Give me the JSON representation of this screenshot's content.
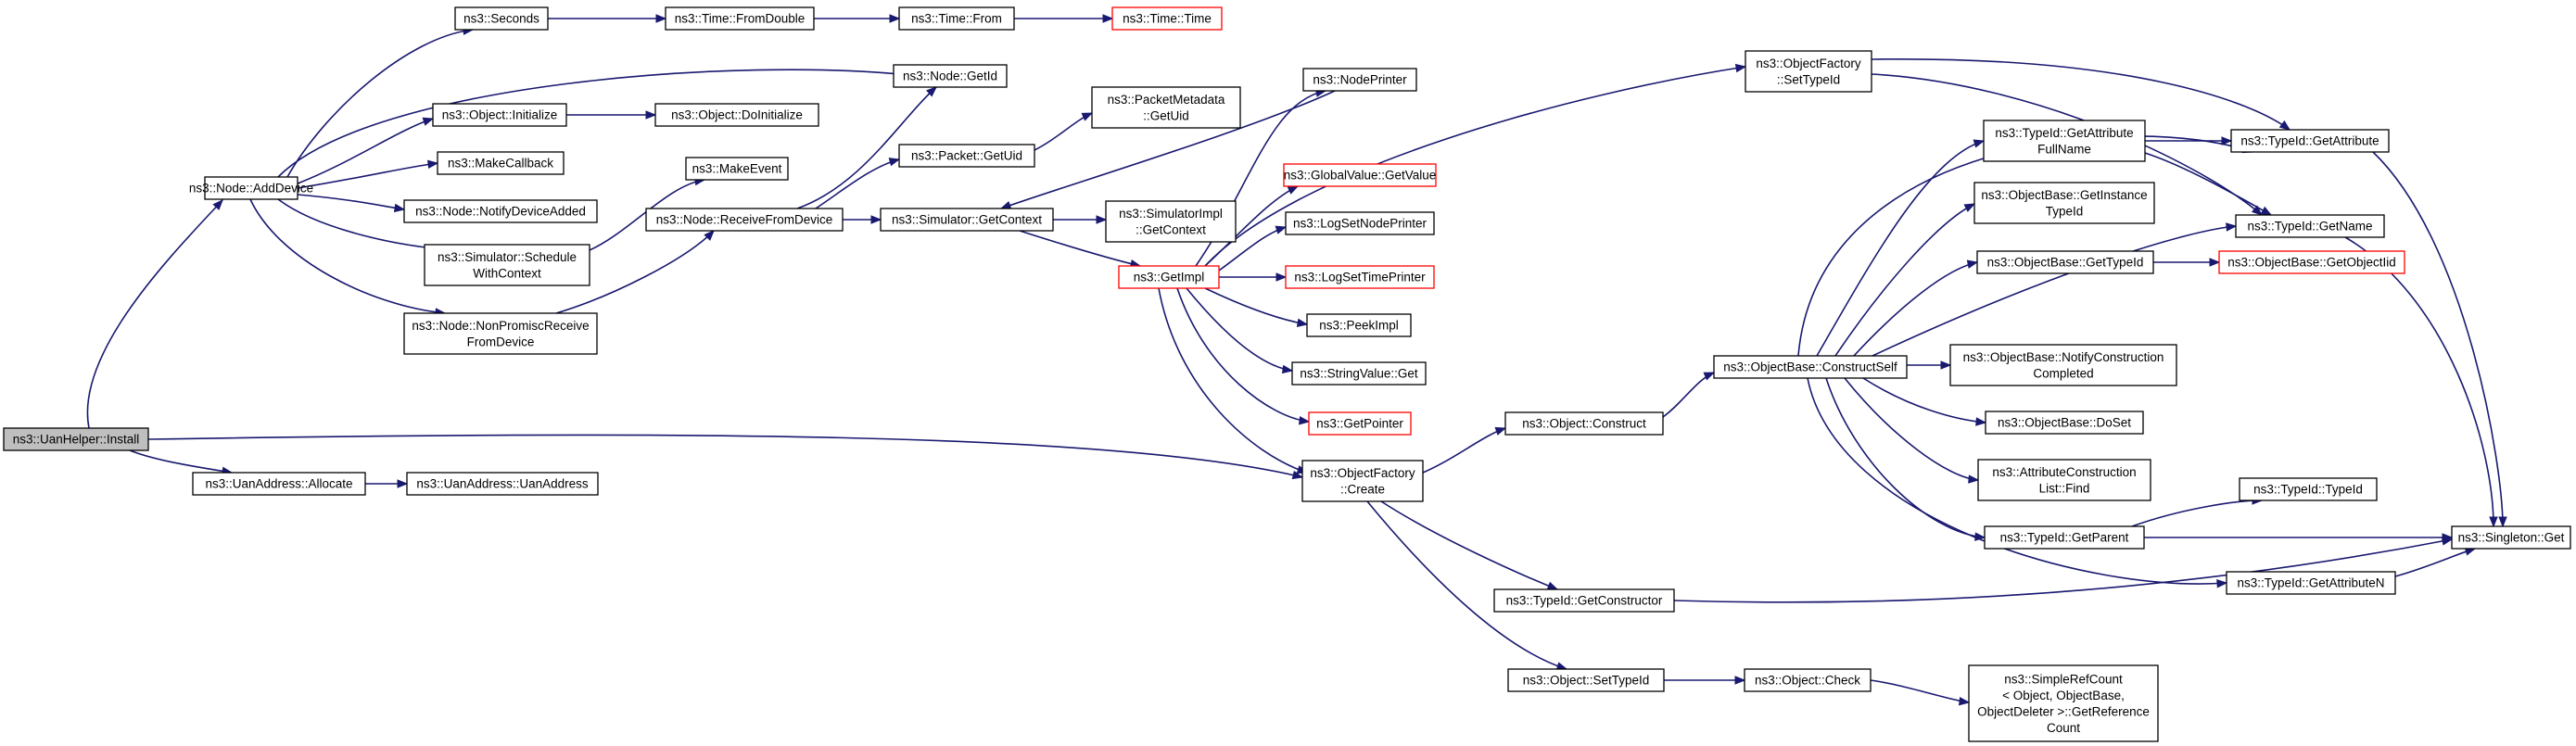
{
  "diagram": {
    "kind": "doxygen call graph",
    "colors": {
      "edge": "#191970",
      "node_border": "#000000",
      "truncated_node_border": "#ff0000",
      "root_fill": "#bfbfbf",
      "background": "#ffffff"
    },
    "nodes": [
      {
        "id": "install",
        "lines": [
          "ns3::UanHelper::Install"
        ],
        "style": "root"
      },
      {
        "id": "adddevice",
        "lines": [
          "ns3::Node::AddDevice"
        ]
      },
      {
        "id": "allocate",
        "lines": [
          "ns3::UanAddress::Allocate"
        ]
      },
      {
        "id": "uanaddress",
        "lines": [
          "ns3::UanAddress::UanAddress"
        ]
      },
      {
        "id": "seconds",
        "lines": [
          "ns3::Seconds"
        ]
      },
      {
        "id": "fromdouble",
        "lines": [
          "ns3::Time::FromDouble"
        ]
      },
      {
        "id": "from",
        "lines": [
          "ns3::Time::From"
        ]
      },
      {
        "id": "time",
        "lines": [
          "ns3::Time::Time"
        ],
        "style": "red"
      },
      {
        "id": "getid",
        "lines": [
          "ns3::Node::GetId"
        ]
      },
      {
        "id": "initialize",
        "lines": [
          "ns3::Object::Initialize"
        ]
      },
      {
        "id": "doinitialize",
        "lines": [
          "ns3::Object::DoInitialize"
        ]
      },
      {
        "id": "makecallback",
        "lines": [
          "ns3::MakeCallback"
        ]
      },
      {
        "id": "notifydeviceadded",
        "lines": [
          "ns3::Node::NotifyDeviceAdded"
        ]
      },
      {
        "id": "schedulewithcontext",
        "lines": [
          "ns3::Simulator::Schedule",
          "WithContext"
        ]
      },
      {
        "id": "makeevent",
        "lines": [
          "ns3::MakeEvent"
        ]
      },
      {
        "id": "nonpromisc",
        "lines": [
          "ns3::Node::NonPromiscReceive",
          "FromDevice"
        ]
      },
      {
        "id": "receivefromdevice",
        "lines": [
          "ns3::Node::ReceiveFromDevice"
        ]
      },
      {
        "id": "packetgetuid",
        "lines": [
          "ns3::Packet::GetUid"
        ]
      },
      {
        "id": "metadatagetuid",
        "lines": [
          "ns3::PacketMetadata",
          "::GetUid"
        ]
      },
      {
        "id": "simgetcontext",
        "lines": [
          "ns3::Simulator::GetContext"
        ]
      },
      {
        "id": "implgetcontext",
        "lines": [
          "ns3::SimulatorImpl",
          "::GetContext"
        ]
      },
      {
        "id": "nodeprinter",
        "lines": [
          "ns3::NodePrinter"
        ]
      },
      {
        "id": "getimpl",
        "lines": [
          "ns3::GetImpl"
        ],
        "style": "red"
      },
      {
        "id": "globalvalue",
        "lines": [
          "ns3::GlobalValue::GetValue"
        ],
        "style": "red"
      },
      {
        "id": "logsetnodeprinter",
        "lines": [
          "ns3::LogSetNodePrinter"
        ]
      },
      {
        "id": "logsettimeprinter",
        "lines": [
          "ns3::LogSetTimePrinter"
        ],
        "style": "red"
      },
      {
        "id": "peekimpl",
        "lines": [
          "ns3::PeekImpl"
        ]
      },
      {
        "id": "stringvalueget",
        "lines": [
          "ns3::StringValue::Get"
        ]
      },
      {
        "id": "getpointer",
        "lines": [
          "ns3::GetPointer"
        ],
        "style": "red"
      },
      {
        "id": "factorycreate",
        "lines": [
          "ns3::ObjectFactory",
          "::Create"
        ]
      },
      {
        "id": "objectconstruct",
        "lines": [
          "ns3::Object::Construct"
        ]
      },
      {
        "id": "getconstructor",
        "lines": [
          "ns3::TypeId::GetConstructor"
        ]
      },
      {
        "id": "objsettypeid",
        "lines": [
          "ns3::Object::SetTypeId"
        ]
      },
      {
        "id": "objectcheck",
        "lines": [
          "ns3::Object::Check"
        ]
      },
      {
        "id": "simplerefcount",
        "lines": [
          "ns3::SimpleRefCount",
          "< Object, ObjectBase,",
          "ObjectDeleter >::GetReference",
          "Count"
        ]
      },
      {
        "id": "factorysettypeid",
        "lines": [
          "ns3::ObjectFactory",
          "::SetTypeId"
        ]
      },
      {
        "id": "constructself",
        "lines": [
          "ns3::ObjectBase::ConstructSelf"
        ]
      },
      {
        "id": "getattributefullname",
        "lines": [
          "ns3::TypeId::GetAttribute",
          "FullName"
        ]
      },
      {
        "id": "getinstancetypeid",
        "lines": [
          "ns3::ObjectBase::GetInstance",
          "TypeId"
        ]
      },
      {
        "id": "basegettypeid",
        "lines": [
          "ns3::ObjectBase::GetTypeId"
        ]
      },
      {
        "id": "notifyconstruction",
        "lines": [
          "ns3::ObjectBase::NotifyConstruction",
          "Completed"
        ]
      },
      {
        "id": "doset",
        "lines": [
          "ns3::ObjectBase::DoSet"
        ]
      },
      {
        "id": "attrconstructionfind",
        "lines": [
          "ns3::AttributeConstruction",
          "List::Find"
        ]
      },
      {
        "id": "getparent",
        "lines": [
          "ns3::TypeId::GetParent"
        ]
      },
      {
        "id": "getattributen",
        "lines": [
          "ns3::TypeId::GetAttributeN"
        ]
      },
      {
        "id": "getattribute",
        "lines": [
          "ns3::TypeId::GetAttribute"
        ]
      },
      {
        "id": "getname",
        "lines": [
          "ns3::TypeId::GetName"
        ]
      },
      {
        "id": "getobjectiid",
        "lines": [
          "ns3::ObjectBase::GetObjectIid"
        ],
        "style": "red"
      },
      {
        "id": "typeidtypeid",
        "lines": [
          "ns3::TypeId::TypeId"
        ]
      },
      {
        "id": "singletonget",
        "lines": [
          "ns3::Singleton::Get"
        ]
      }
    ],
    "edges": [
      [
        "install",
        "adddevice"
      ],
      [
        "install",
        "allocate"
      ],
      [
        "install",
        "factorycreate"
      ],
      [
        "allocate",
        "uanaddress"
      ],
      [
        "adddevice",
        "seconds"
      ],
      [
        "adddevice",
        "getid"
      ],
      [
        "adddevice",
        "initialize"
      ],
      [
        "adddevice",
        "makecallback"
      ],
      [
        "adddevice",
        "notifydeviceadded"
      ],
      [
        "adddevice",
        "schedulewithcontext"
      ],
      [
        "adddevice",
        "nonpromisc"
      ],
      [
        "seconds",
        "fromdouble"
      ],
      [
        "fromdouble",
        "from"
      ],
      [
        "from",
        "time"
      ],
      [
        "initialize",
        "doinitialize"
      ],
      [
        "schedulewithcontext",
        "makeevent"
      ],
      [
        "nonpromisc",
        "receivefromdevice"
      ],
      [
        "receivefromdevice",
        "getid"
      ],
      [
        "receivefromdevice",
        "packetgetuid"
      ],
      [
        "receivefromdevice",
        "simgetcontext"
      ],
      [
        "packetgetuid",
        "metadatagetuid"
      ],
      [
        "simgetcontext",
        "implgetcontext"
      ],
      [
        "simgetcontext",
        "getimpl"
      ],
      [
        "getimpl",
        "nodeprinter"
      ],
      [
        "getimpl",
        "factorysettypeid"
      ],
      [
        "getimpl",
        "globalvalue"
      ],
      [
        "getimpl",
        "logsetnodeprinter"
      ],
      [
        "getimpl",
        "logsettimeprinter"
      ],
      [
        "getimpl",
        "peekimpl"
      ],
      [
        "getimpl",
        "stringvalueget"
      ],
      [
        "getimpl",
        "getpointer"
      ],
      [
        "getimpl",
        "factorycreate"
      ],
      [
        "nodeprinter",
        "simgetcontext"
      ],
      [
        "factorycreate",
        "objectconstruct"
      ],
      [
        "factorycreate",
        "getconstructor"
      ],
      [
        "factorycreate",
        "objsettypeid"
      ],
      [
        "objectconstruct",
        "constructself"
      ],
      [
        "getconstructor",
        "singletonget"
      ],
      [
        "objsettypeid",
        "objectcheck"
      ],
      [
        "objectcheck",
        "simplerefcount"
      ],
      [
        "factorysettypeid",
        "getattribute"
      ],
      [
        "factorysettypeid",
        "getname"
      ],
      [
        "constructself",
        "getattributefullname"
      ],
      [
        "constructself",
        "getinstancetypeid"
      ],
      [
        "constructself",
        "basegettypeid"
      ],
      [
        "constructself",
        "notifyconstruction"
      ],
      [
        "constructself",
        "doset"
      ],
      [
        "constructself",
        "attrconstructionfind"
      ],
      [
        "constructself",
        "getparent"
      ],
      [
        "constructself",
        "getattributen"
      ],
      [
        "constructself",
        "getattribute"
      ],
      [
        "constructself",
        "getname"
      ],
      [
        "getattributefullname",
        "getattribute"
      ],
      [
        "getattributefullname",
        "getname"
      ],
      [
        "basegettypeid",
        "getobjectiid"
      ],
      [
        "getparent",
        "typeidtypeid"
      ],
      [
        "getparent",
        "singletonget"
      ],
      [
        "getattributen",
        "singletonget"
      ],
      [
        "getattribute",
        "singletonget"
      ],
      [
        "getname",
        "singletonget"
      ]
    ]
  }
}
